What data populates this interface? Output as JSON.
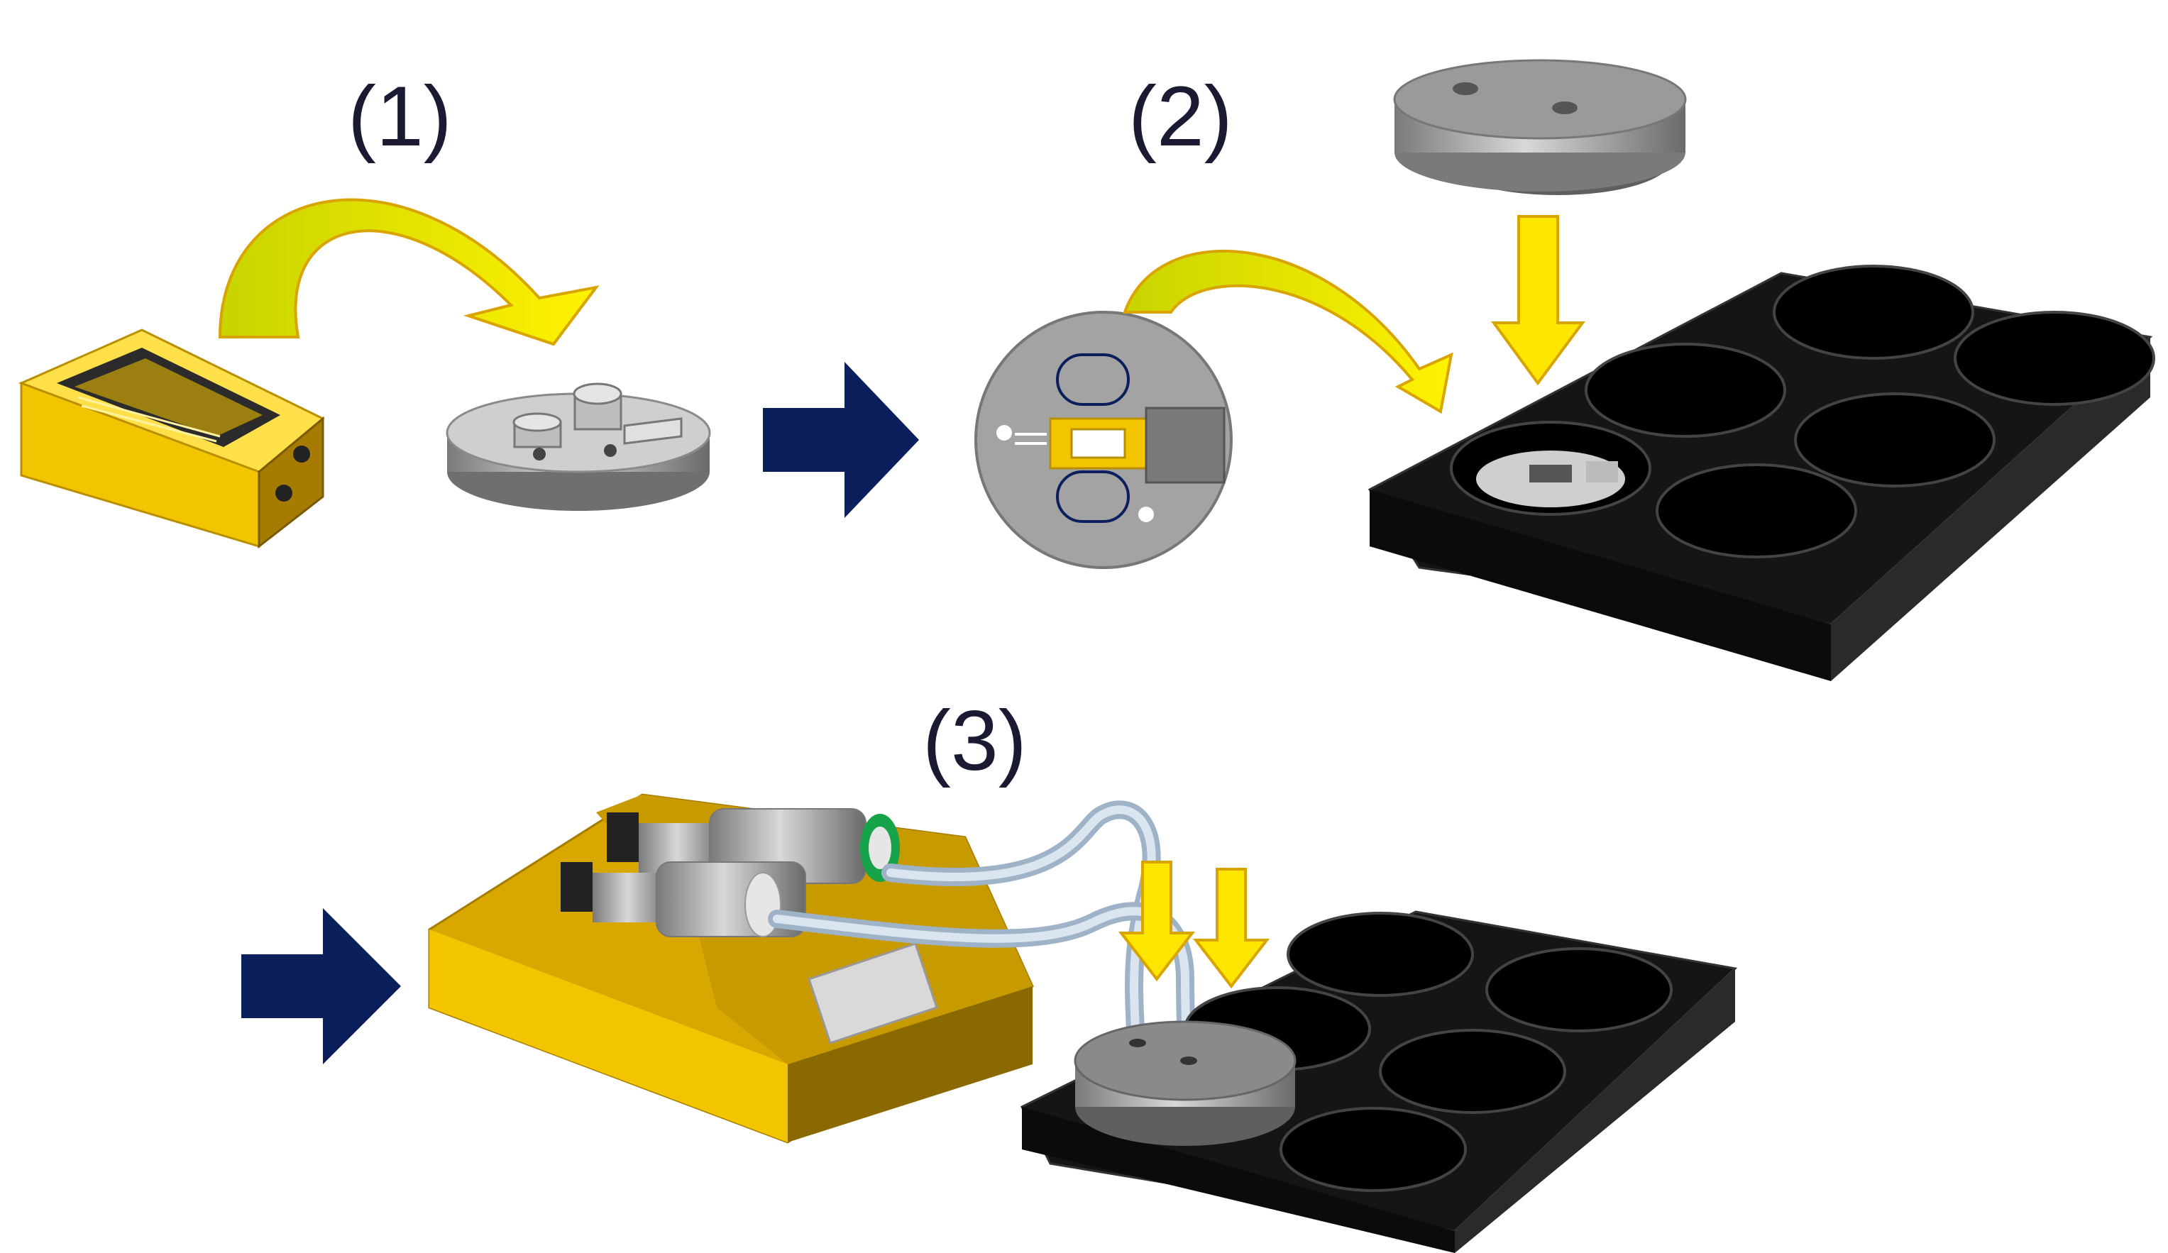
{
  "steps": [
    {
      "label": "(1)"
    },
    {
      "label": "(2)"
    },
    {
      "label": "(3)"
    }
  ],
  "colors": {
    "gold": "#f2c500",
    "gold_dark": "#b98f00",
    "gold_light": "#ffe04a",
    "curved_arrow": "#ffe600",
    "curved_arrow_edge": "#d9a400",
    "navy_arrow": "#0b1f5c",
    "metal": "#a9a9a9",
    "metal_dark": "#6f6f6f",
    "metal_light": "#dedede",
    "plate": "#111111",
    "plate_side": "#2a2a2a",
    "tube": "#b8c8d8",
    "syringe_ring": "#16a34a"
  },
  "icons": [
    "yellow-curved-arrow-icon",
    "navy-right-arrow-icon",
    "yellow-down-arrow-icon"
  ]
}
